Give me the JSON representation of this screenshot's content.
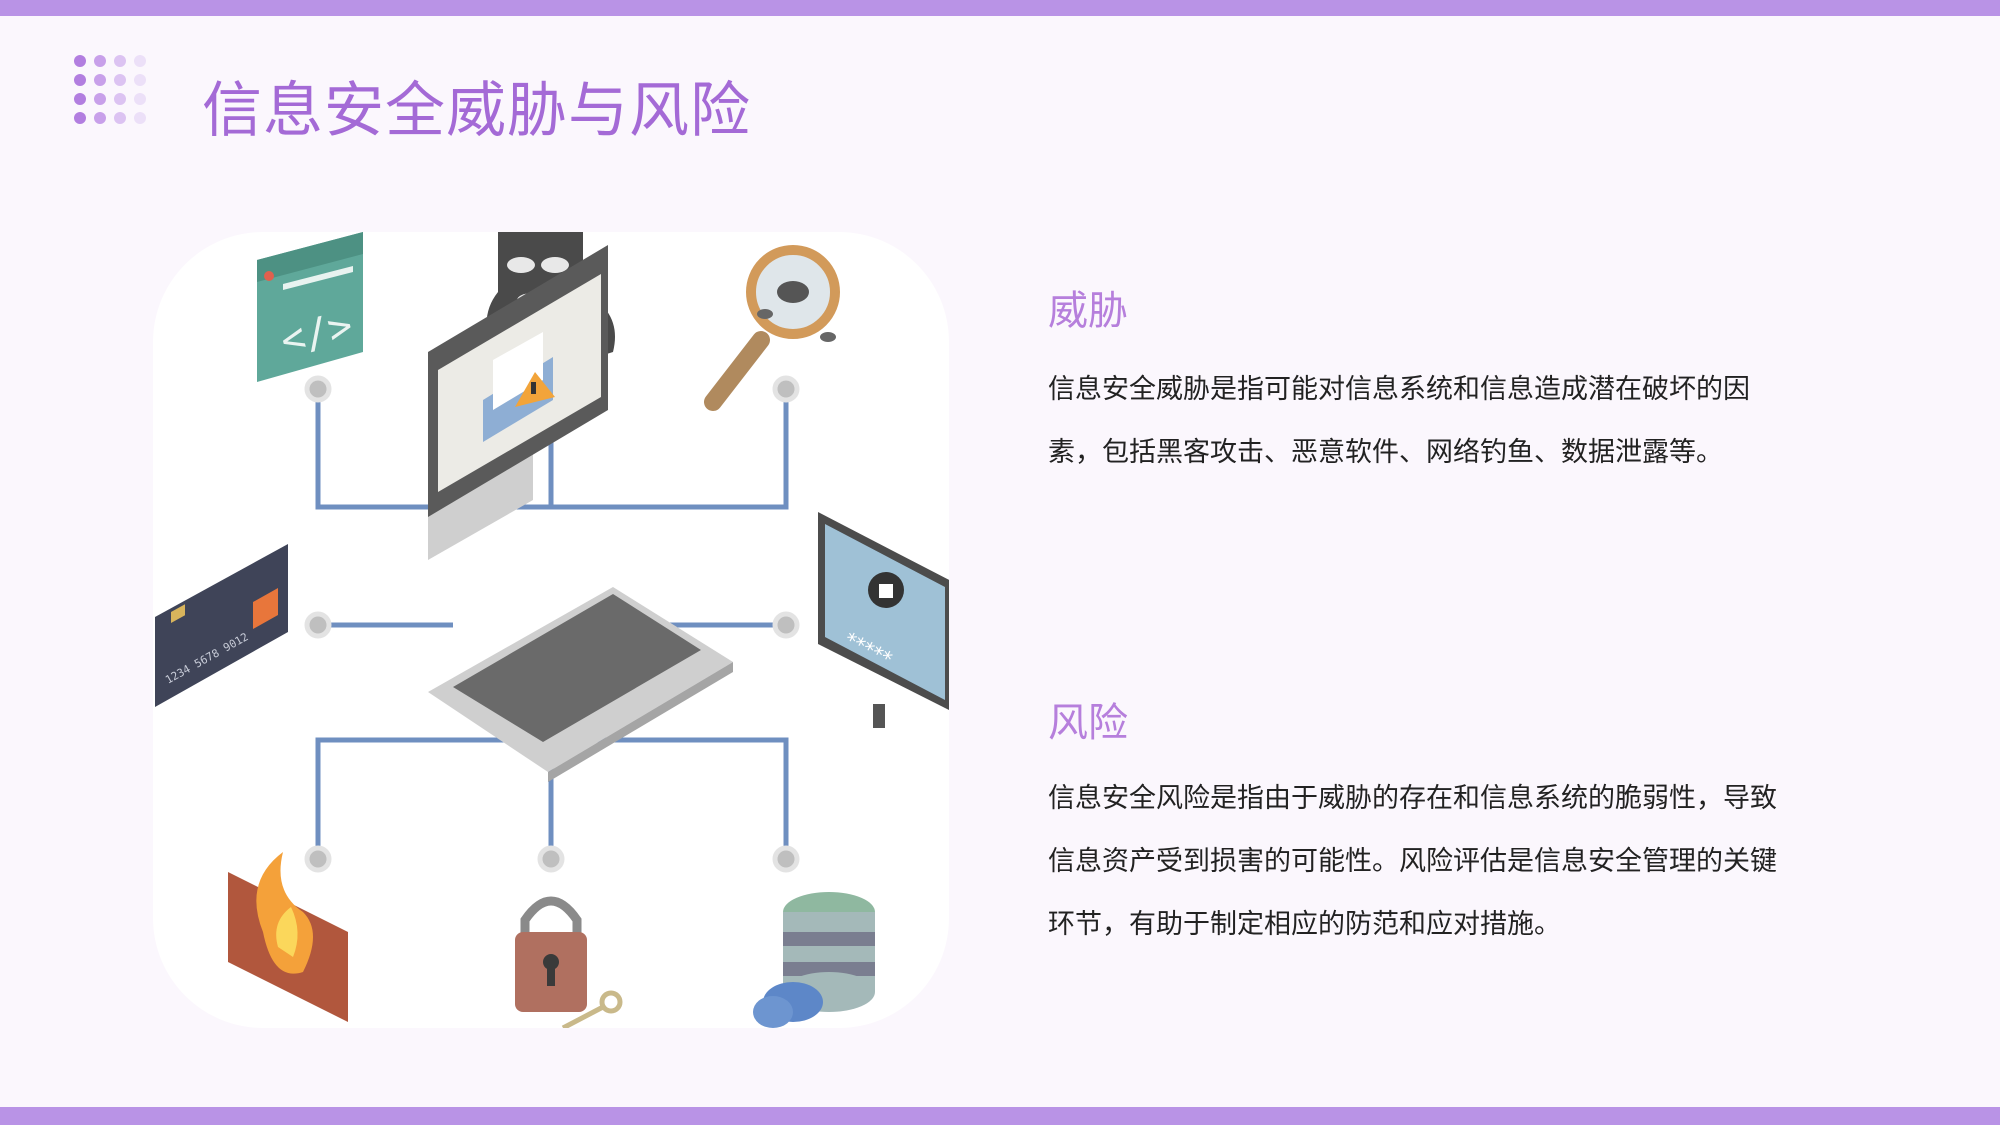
{
  "slide": {
    "title": "信息安全威胁与风险",
    "accent_color": "#b993e6",
    "title_color": "#a46ad6"
  },
  "illustration": {
    "icons": [
      "code-window-icon",
      "hacker-mask-icon",
      "magnifier-bug-icon",
      "credit-card-icon",
      "laptop-alert-icon",
      "locked-monitor-icon",
      "firewall-icon",
      "padlock-key-icon",
      "database-cloud-icon"
    ],
    "card_number": "1234 5678 9012",
    "password_mask": "*****"
  },
  "sections": [
    {
      "title": "威胁",
      "body": "信息安全威胁是指可能对信息系统和信息造成潜在破坏的因素，包括黑客攻击、恶意软件、网络钓鱼、数据泄露等。"
    },
    {
      "title": "风险",
      "body": "信息安全风险是指由于威胁的存在和信息系统的脆弱性，导致信息资产受到损害的可能性。风险评估是信息安全管理的关键环节，有助于制定相应的防范和应对措施。"
    }
  ]
}
